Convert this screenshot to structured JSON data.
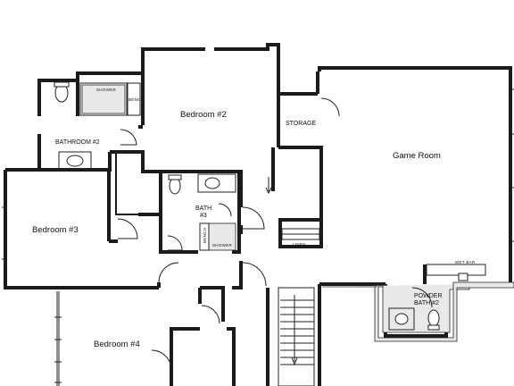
{
  "rooms": {
    "bedroom2": "Bedroom #2",
    "bedroom3": "Bedroom #3",
    "bedroom4": "Bedroom #4",
    "game_room": "Game Room",
    "storage": "STORAGE",
    "bathroom2": "BATHROOM #2",
    "bath3_line1": "BATH",
    "bath3_line2": "#3",
    "powder_line1": "POWDER",
    "powder_line2": "BATH #2"
  },
  "annotations": {
    "shower_top": "SHOWER",
    "bench_top": "BENCH",
    "shower_bath3": "SHOWER",
    "bench_bath3": "BENCH",
    "linen": "LINEN",
    "wet_bar": "WET BAR"
  }
}
